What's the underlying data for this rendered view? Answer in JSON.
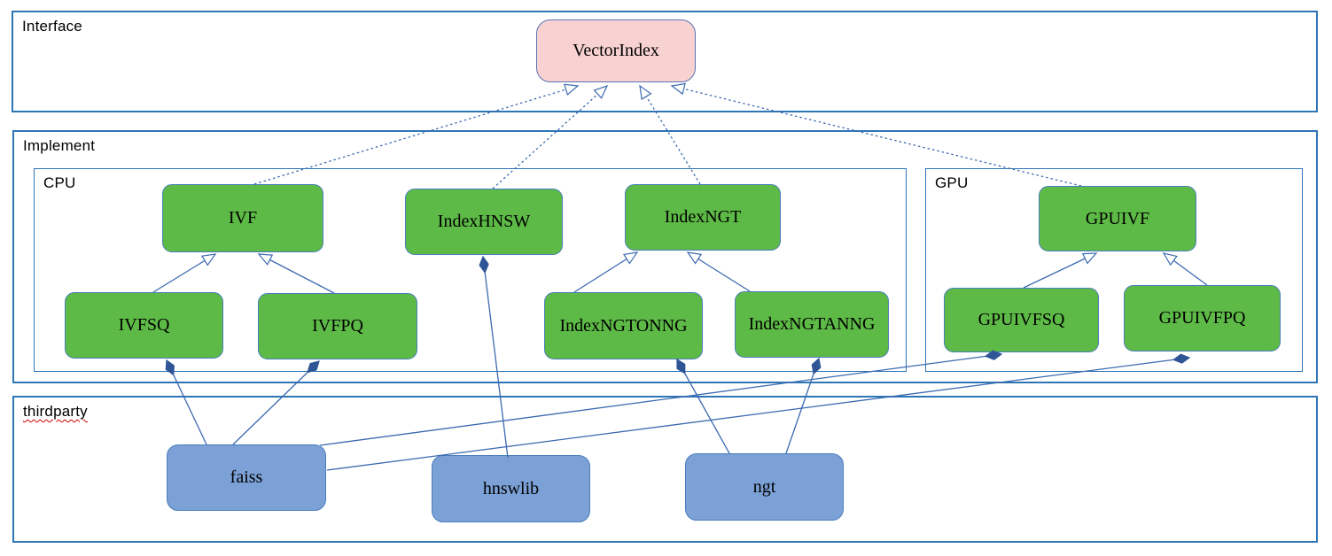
{
  "diagram": {
    "containers": {
      "interface": {
        "label": "Interface"
      },
      "implement": {
        "label": "Implement"
      },
      "cpu": {
        "label": "CPU"
      },
      "gpu": {
        "label": "GPU"
      },
      "thirdparty": {
        "label": "thirdparty"
      }
    },
    "nodes": {
      "vectorindex": {
        "label": "VectorIndex"
      },
      "ivf": {
        "label": "IVF"
      },
      "indexhnsw": {
        "label": "IndexHNSW"
      },
      "indexngt": {
        "label": "IndexNGT"
      },
      "ivfsq": {
        "label": "IVFSQ"
      },
      "ivfpq": {
        "label": "IVFPQ"
      },
      "indexngtonng": {
        "label": "IndexNGTONNG"
      },
      "indexngtanng": {
        "label": "IndexNGTANNG"
      },
      "gpuivf": {
        "label": "GPUIVF"
      },
      "gpuivfsq": {
        "label": "GPUIVFSQ"
      },
      "gpuivfpq": {
        "label": "GPUIVFPQ"
      },
      "faiss": {
        "label": "faiss"
      },
      "hnswlib": {
        "label": "hnswlib"
      },
      "ngt": {
        "label": "ngt"
      }
    },
    "relations": [
      {
        "from": "ivf",
        "to": "vectorindex",
        "type": "realization"
      },
      {
        "from": "indexhnsw",
        "to": "vectorindex",
        "type": "realization"
      },
      {
        "from": "indexngt",
        "to": "vectorindex",
        "type": "realization"
      },
      {
        "from": "gpuivf",
        "to": "vectorindex",
        "type": "realization"
      },
      {
        "from": "ivfsq",
        "to": "ivf",
        "type": "inheritance"
      },
      {
        "from": "ivfpq",
        "to": "ivf",
        "type": "inheritance"
      },
      {
        "from": "indexngtonng",
        "to": "indexngt",
        "type": "inheritance"
      },
      {
        "from": "indexngtanng",
        "to": "indexngt",
        "type": "inheritance"
      },
      {
        "from": "gpuivfsq",
        "to": "gpuivf",
        "type": "inheritance"
      },
      {
        "from": "gpuivfpq",
        "to": "gpuivf",
        "type": "inheritance"
      },
      {
        "from": "faiss",
        "to": "ivfsq",
        "type": "composition"
      },
      {
        "from": "faiss",
        "to": "ivfpq",
        "type": "composition"
      },
      {
        "from": "faiss",
        "to": "gpuivfsq",
        "type": "composition"
      },
      {
        "from": "faiss",
        "to": "gpuivfpq",
        "type": "composition"
      },
      {
        "from": "hnswlib",
        "to": "indexhnsw",
        "type": "composition"
      },
      {
        "from": "ngt",
        "to": "indexngtonng",
        "type": "composition"
      },
      {
        "from": "ngt",
        "to": "indexngtanng",
        "type": "composition"
      }
    ],
    "colors": {
      "green_fill": "#5dba46",
      "pink_fill": "#f8d2d0",
      "blue_fill": "#7ca1d6",
      "node_border": "#4a7ebb",
      "pink_border": "#5b74b8",
      "container_border": "#2e75b6",
      "line": "#3c6ab0",
      "diamond": "#2f5597",
      "squiggle": "#cc0000"
    }
  }
}
